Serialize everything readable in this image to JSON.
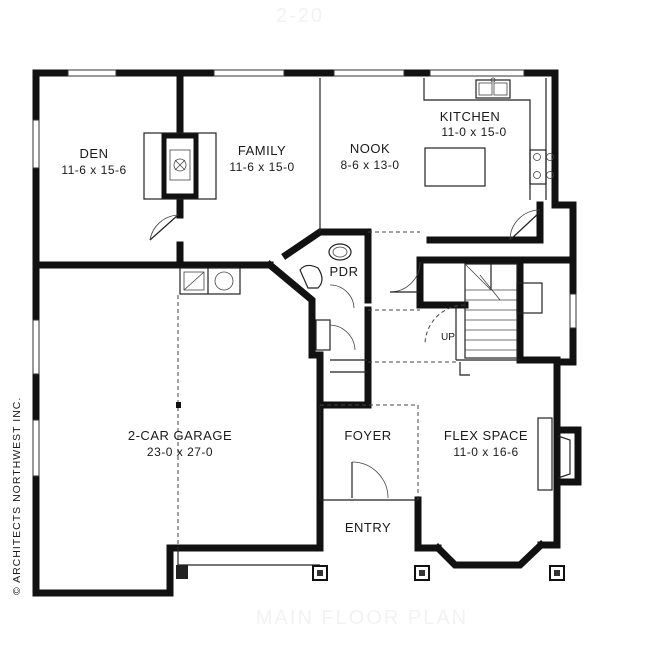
{
  "watermark_top": "2-20",
  "watermark_bottom": "MAIN FLOOR PLAN",
  "copyright": "© ARCHITECTS NORTHWEST INC.",
  "rooms": {
    "den": {
      "name": "DEN",
      "dims": "11-6 x 15-6"
    },
    "family": {
      "name": "FAMILY",
      "dims": "11-6 x 15-0"
    },
    "nook": {
      "name": "NOOK",
      "dims": "8-6 x 13-0"
    },
    "kitchen": {
      "name": "KITCHEN",
      "dims": "11-0 x 15-0"
    },
    "pdr": {
      "name": "PDR"
    },
    "garage": {
      "name": "2-CAR GARAGE",
      "dims": "23-0 x 27-0"
    },
    "foyer": {
      "name": "FOYER"
    },
    "flex": {
      "name": "FLEX SPACE",
      "dims": "11-0 x 16-6"
    },
    "entry": {
      "name": "ENTRY"
    }
  },
  "stair_label": "UP"
}
